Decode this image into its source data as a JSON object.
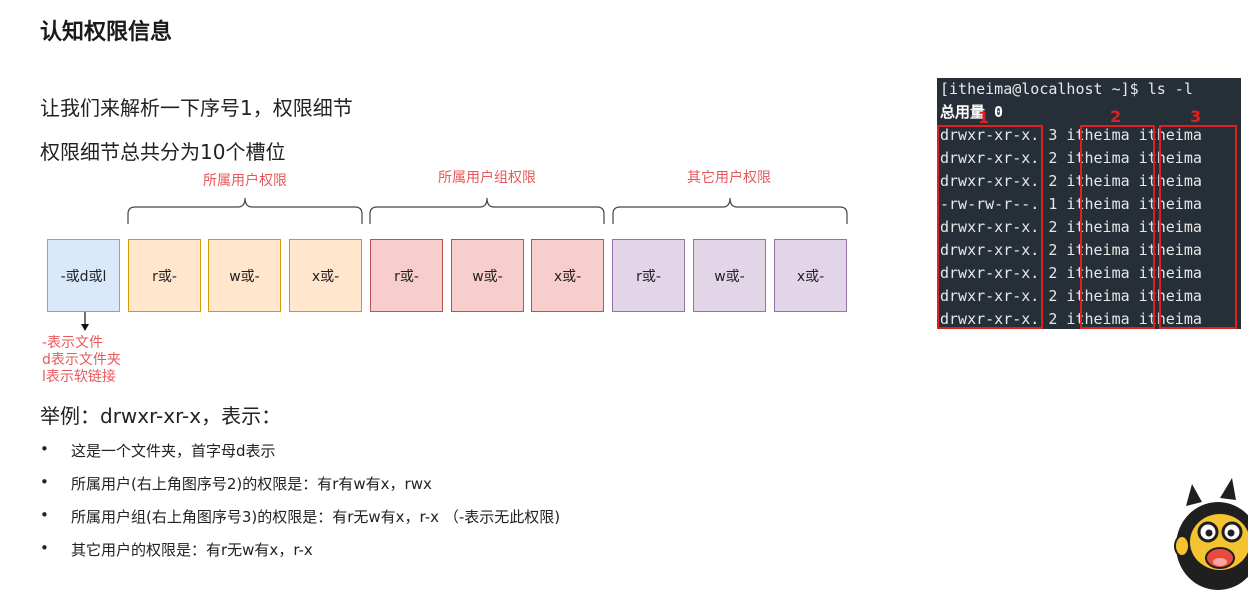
{
  "title": "认知权限信息",
  "heading1": "让我们来解析一下序号1，权限细节",
  "heading2": "权限细节总共分为10个槽位",
  "groups": [
    {
      "label": "所属用户权限"
    },
    {
      "label": "所属用户组权限"
    },
    {
      "label": "其它用户权限"
    }
  ],
  "slots": [
    "-或d或l",
    "r或-",
    "w或-",
    "x或-",
    "r或-",
    "w或-",
    "x或-",
    "r或-",
    "w或-",
    "x或-"
  ],
  "type_notes": [
    "-表示文件",
    "d表示文件夹",
    "l表示软链接"
  ],
  "example_heading": "举例：drwxr-xr-x，表示：",
  "bullets": [
    "这是一个文件夹，首字母d表示",
    "所属用户(右上角图序号2)的权限是：有r有w有x，rwx",
    "所属用户组(右上角图序号3)的权限是：有r无w有x，r-x （-表示无此权限)",
    "其它用户的权限是：有r无w有x，r-x"
  ],
  "bullet_glyph": "•",
  "terminal": {
    "prompt": "[itheima@localhost ~]$ ls -l",
    "total": "总用量 0",
    "rows": [
      "drwxr-xr-x. 3 itheima itheima",
      "drwxr-xr-x. 2 itheima itheima",
      "drwxr-xr-x. 2 itheima itheima",
      "-rw-rw-r--. 1 itheima itheima",
      "drwxr-xr-x. 2 itheima itheima",
      "drwxr-xr-x. 2 itheima itheima",
      "drwxr-xr-x. 2 itheima itheima",
      "drwxr-xr-x. 2 itheima itheima",
      "drwxr-xr-x. 2 itheima itheima"
    ],
    "markers": [
      "1",
      "2",
      "3"
    ]
  },
  "mascot": "mascot-logo",
  "colors": {
    "accent_red": "#e8585a",
    "terminal_bg": "#262f38",
    "box_red": "#e02020"
  }
}
